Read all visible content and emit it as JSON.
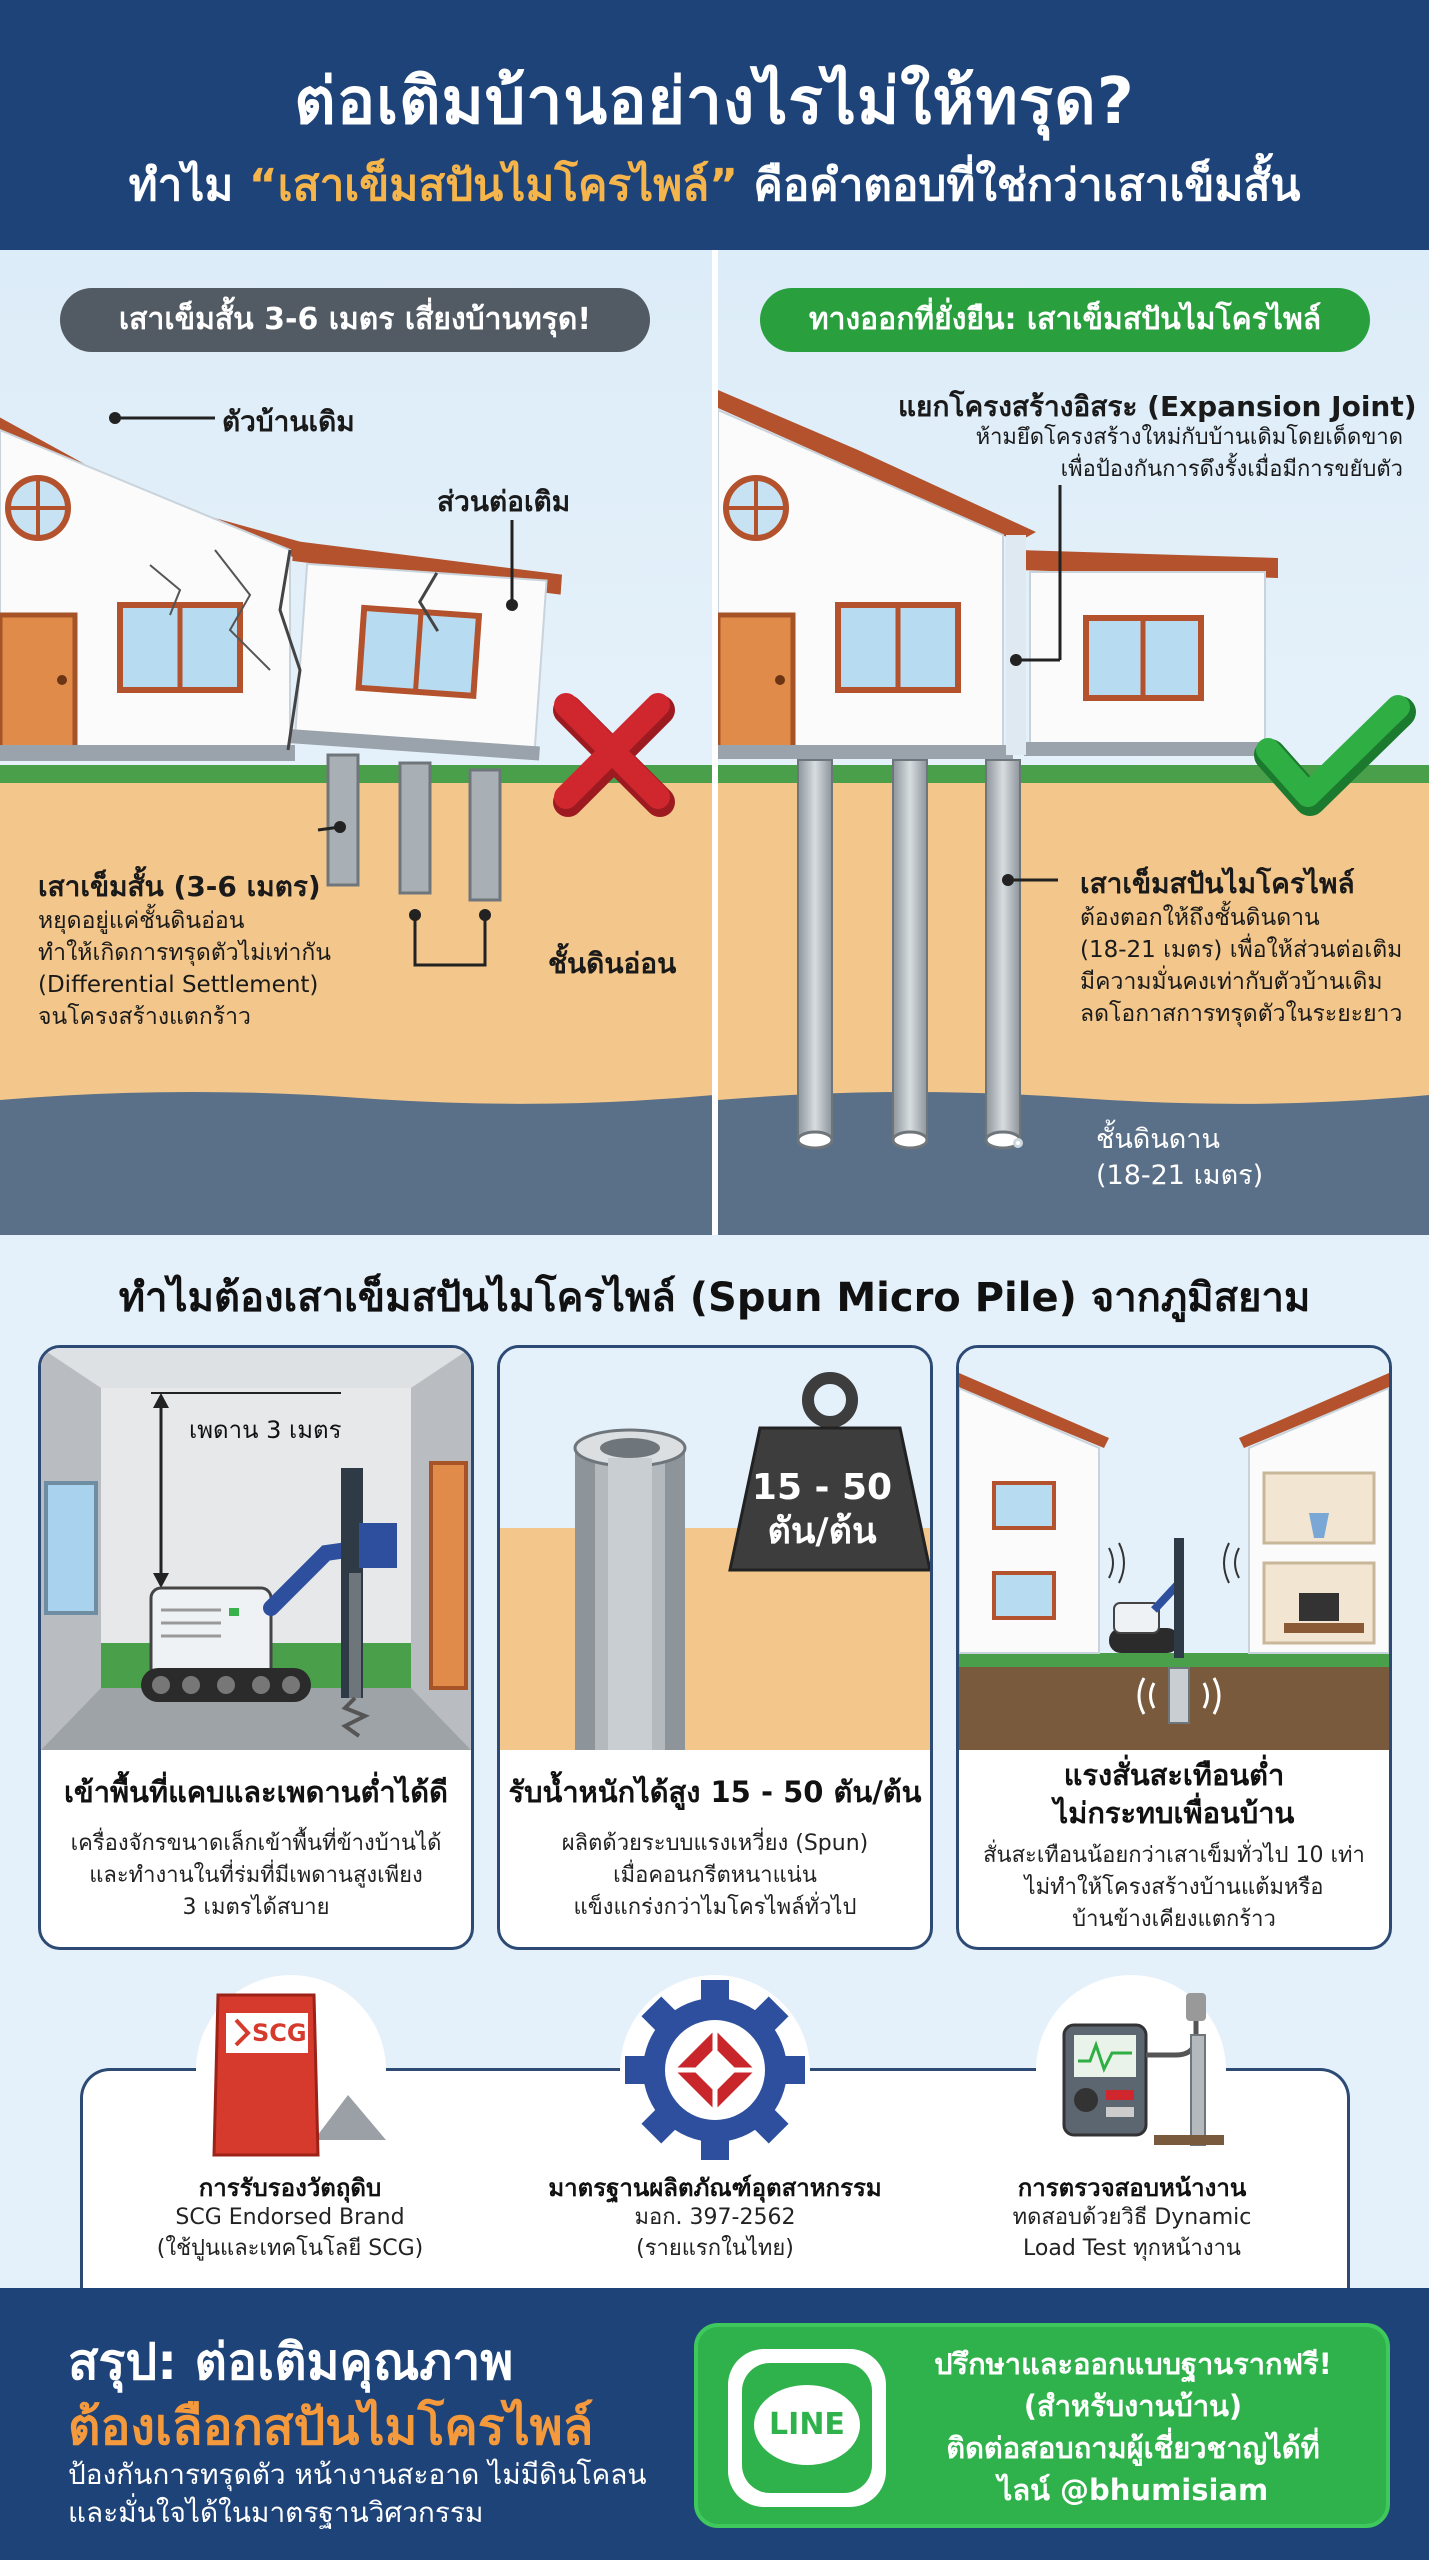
{
  "header": {
    "title": "ต่อเติมบ้านอย่างไรไม่ให้ทรุด?",
    "subtitle_pre": "ทำไม ",
    "subtitle_highlight": "“เสาเข็มสปันไมโครไพล์”",
    "subtitle_post": " คือคำตอบที่ใช่กว่าเสาเข็มสั้น"
  },
  "left_panel": {
    "pill": "เสาเข็มสั้น 3-6 เมตร เสี่ยงบ้านทรุด!",
    "label_old_house": "ตัวบ้านเดิม",
    "label_extension": "ส่วนต่อเติม",
    "pile_title": "เสาเข็มสั้น (3-6 เมตร)",
    "pile_desc": [
      "หยุดอยู่แค่ชั้นดินอ่อน",
      "ทำให้เกิดการทรุดตัวไม่เท่ากัน",
      "(Differential Settlement)",
      "จนโครงสร้างแตกร้าว"
    ],
    "label_soft_soil": "ชั้นดินอ่อน",
    "colors": {
      "pill": "#525a63",
      "x_mark": "#d0262e"
    }
  },
  "right_panel": {
    "pill": "ทางออกที่ยั่งยืน: เสาเข็มสปันไมโครไพล์",
    "joint_title": "แยกโครงสร้างอิสระ (Expansion Joint)",
    "joint_desc": [
      "ห้ามยึดโครงสร้างใหม่กับบ้านเดิมโดยเด็ดขาด",
      "เพื่อป้องกันการดึงรั้งเมื่อมีการขยับตัว"
    ],
    "pile_title": "เสาเข็มสปันไมโครไพล์",
    "pile_desc": [
      "ต้องตอกให้ถึงชั้นดินดาน",
      "(18-21 เมตร) เพื่อให้ส่วนต่อเติม",
      "มีความมั่นคงเท่ากับตัวบ้านเดิม",
      "ลดโอกาสการทรุดตัวในระยะยาว"
    ],
    "hard_soil_title": "ชั้นดินดาน",
    "hard_soil_depth": "(18-21 เมตร)",
    "colors": {
      "pill": "#2a9f3e",
      "check_mark": "#2fae44"
    }
  },
  "section_title": "ทำไมต้องเสาเข็มสปันไมโครไพล์ (Spun Micro Pile) จากภูมิสยาม",
  "cards": [
    {
      "title": "เข้าพื้นที่แคบและเพดานต่ำได้ดี",
      "desc": [
        "เครื่องจักรขนาดเล็กเข้าพื้นที่ข้างบ้านได้",
        "และทำงานในที่ร่มที่มีเพดานสูงเพียง",
        "3 เมตรได้สบาย"
      ],
      "ill_label": "เพดาน 3 เมตร"
    },
    {
      "title": "รับน้ำหนักได้สูง 15 - 50 ตัน/ต้น",
      "desc": [
        "ผลิตด้วยระบบแรงเหวี่ยง (Spun)",
        "เมื่อคอนกรีตหนาแน่น",
        "แข็งแกร่งกว่าไมโครไพล์ทั่วไป"
      ],
      "weight_value": "15 - 50",
      "weight_unit": "ตัน/ต้น"
    },
    {
      "title_lines": [
        "แรงสั่นสะเทือนต่ำ",
        "ไม่กระทบเพื่อนบ้าน"
      ],
      "desc": [
        "สั่นสะเทือนน้อยกว่าเสาเข็มทั่วไป 10 เท่า",
        "ไม่ทำให้โครงสร้างบ้านแต้มหรือ",
        "บ้านข้างเคียงแตกร้าว"
      ]
    }
  ],
  "certs": [
    {
      "title": "การรับรองวัตถุดิบ",
      "desc": [
        "SCG Endorsed Brand",
        "(ใช้ปูนและเทคโนโลยี SCG)"
      ],
      "icon": "cement-bag-icon",
      "badge": "SCG"
    },
    {
      "title": "มาตรฐานผลิตภัณฑ์อุตสาหกรรม",
      "desc": [
        "มอก. 397-2562",
        "(รายแรกในไทย)"
      ],
      "icon": "tis-gear-icon"
    },
    {
      "title": "การตรวจสอบหน้างาน",
      "desc": [
        "ทดสอบด้วยวิธี Dynamic",
        "Load Test ทุกหน้างาน"
      ],
      "icon": "load-test-meter-icon"
    }
  ],
  "footer": {
    "line1": "สรุป: ต่อเติมคุณภาพ",
    "line2": "ต้องเลือกสปันไมโครไพล์",
    "desc": [
      "ป้องกันการทรุดตัว หน้างานสะอาด ไม่มีดินโคลน",
      "และมั่นใจได้ในมาตรฐานวิศวกรรม"
    ],
    "line_logo_text": "LINE",
    "cta": [
      "ปรึกษาและออกแบบฐานรากฟรี!",
      "(สำหรับงานบ้าน)",
      "ติดต่อสอบถามผู้เชี่ยวชาญได้ที่",
      "ไลน์ @bhumisiam"
    ]
  },
  "colors": {
    "navy": "#1e4378",
    "orange": "#f59a3c",
    "green": "#2fb24b",
    "sky": "#e4f0fa",
    "sand": "#f4c98d",
    "clay": "#5a7088"
  }
}
